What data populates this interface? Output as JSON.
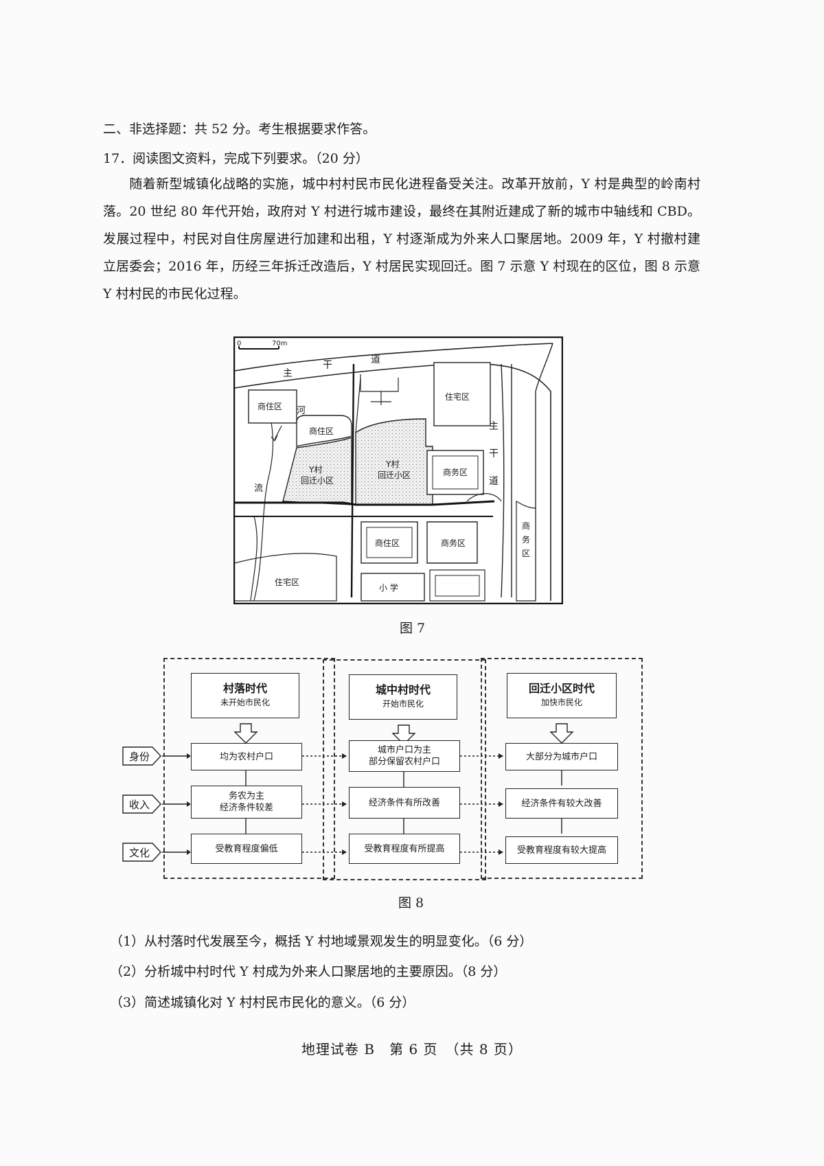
{
  "section_heading": "二、非选择题：共 52 分。考生根据要求作答。",
  "question_intro": "17．阅读图文资料，完成下列要求。（20 分）",
  "passage": "随着新型城镇化战略的实施，城中村村民市民化进程备受关注。改革开放前，Y 村是典型的岭南村落。20 世纪 80 年代开始，政府对 Y 村进行城市建设，最终在其附近建成了新的城市中轴线和 CBD。发展过程中，村民对自住房屋进行加建和出租，Y 村逐渐成为外来人口聚居地。2009 年，Y 村撤村建立居委会；2016 年，历经三年拆迁改造后，Y 村居民实现回迁。图 7 示意 Y 村现在的区位，图 8 示意 Y 村村民的市民化过程。",
  "figure7": {
    "caption": "图 7",
    "scale_zero": "0",
    "scale_value": "70m",
    "labels": {
      "main_road_top_1": "主",
      "main_road_top_2": "干",
      "main_road_top_3": "道",
      "main_road_right_1": "主",
      "main_road_right_2": "干",
      "main_road_right_3": "道",
      "river_1": "河",
      "river_2": "流",
      "commercial_residential_tl": "商住区",
      "residential_tr": "住宅区",
      "commercial_residential_mid": "商住区",
      "y_village_left_1": "Y村",
      "y_village_left_2": "回迁小区",
      "y_village_right_1": "Y村",
      "y_village_right_2": "回迁小区",
      "business_right": "商务区",
      "commercial_residential_bottom": "商住区",
      "business_bottom": "商务区",
      "business_far_1": "商",
      "business_far_2": "务",
      "business_far_3": "区",
      "residential_bl": "住宅区",
      "school": "小  学"
    }
  },
  "figure8": {
    "caption": "图 8",
    "row_labels": [
      "身份",
      "收入",
      "文化"
    ],
    "eras": [
      {
        "title": "村落时代",
        "subtitle": "未开始市民化",
        "identity": [
          "均为农村户口"
        ],
        "income": [
          "务农为主",
          "经济条件较差"
        ],
        "education": [
          "受教育程度偏低"
        ]
      },
      {
        "title": "城中村时代",
        "subtitle": "开始市民化",
        "identity": [
          "城市户口为主",
          "部分保留农村户口"
        ],
        "income": [
          "经济条件有所改善"
        ],
        "education": [
          "受教育程度有所提高"
        ]
      },
      {
        "title": "回迁小区时代",
        "subtitle": "加快市民化",
        "identity": [
          "大部分为城市户口"
        ],
        "income": [
          "经济条件有较大改善"
        ],
        "education": [
          "受教育程度有较大提高"
        ]
      }
    ]
  },
  "questions": [
    "（1）从村落时代发展至今，概括 Y 村地域景观发生的明显变化。（6 分）",
    "（2）分析城中村时代 Y 村成为外来人口聚居地的主要原因。（8 分）",
    "（3）简述城镇化对 Y 村村民市民化的意义。（6 分）"
  ],
  "footer": "地理试卷 B　第 6 页　（共 8 页）"
}
